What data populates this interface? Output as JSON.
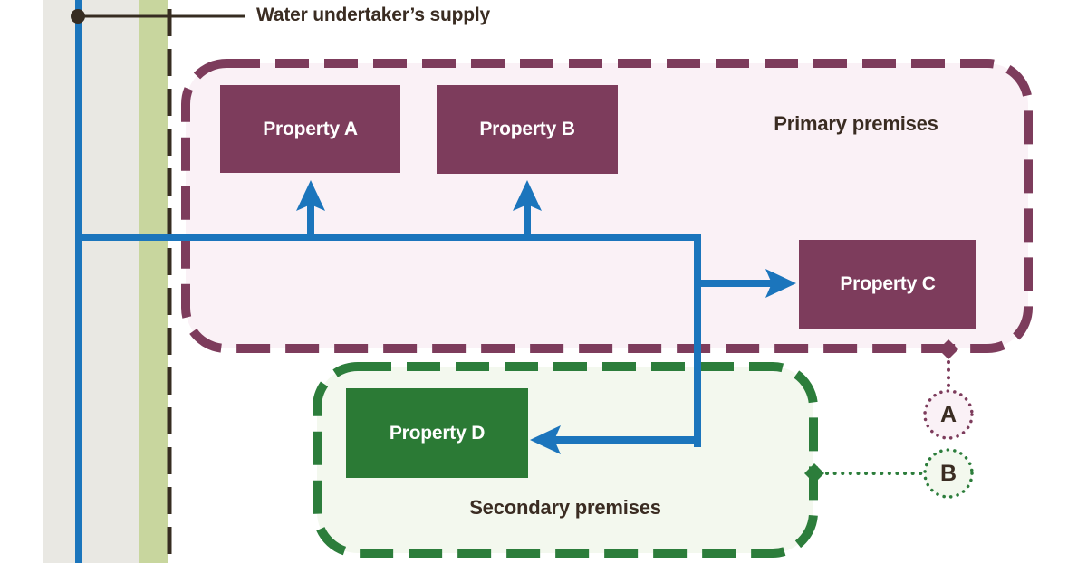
{
  "supply_label": "Water undertaker’s supply",
  "primary": {
    "label": "Primary premises",
    "property_a": "Property A",
    "property_b": "Property B",
    "property_c": "Property C",
    "marker": "A"
  },
  "secondary": {
    "label": "Secondary premises",
    "property_d": "Property D",
    "marker": "B"
  },
  "colors": {
    "primary_maroon": "#7d3c5c",
    "primary_fill": "#faf1f6",
    "secondary_green": "#2c7d3b",
    "property_d_green": "#2b7a35",
    "pipe_blue": "#1b75bc",
    "verge_olive": "#c8d69e",
    "road_gray": "#e9e8e3",
    "line_dark": "#362c21",
    "text_dark": "#3a2c22"
  }
}
